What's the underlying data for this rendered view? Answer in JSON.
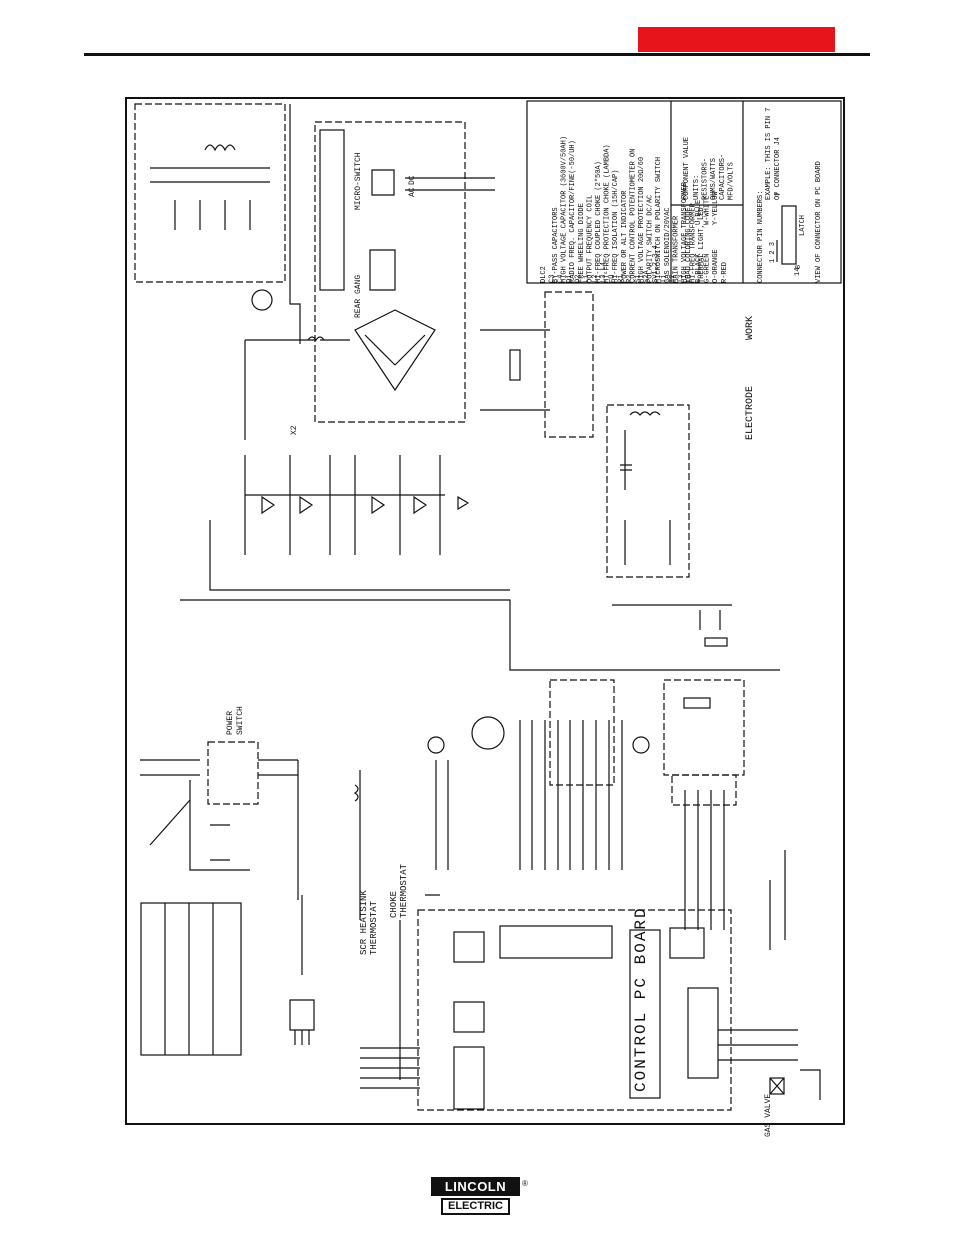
{
  "header": {
    "accent_color": "#e8141b"
  },
  "legend": {
    "components": [
      "DLC2",
      "C3",
      "C4",
      "D1",
      "D2",
      "L1",
      "L2",
      "L3,L4",
      "FU",
      "R1",
      "R2",
      "S1",
      "S2A",
      "SV1,2,3,4",
      "T1",
      "T2",
      "T3",
      "TU"
    ],
    "descriptions": [
      "BY-PASS CAPACITORS",
      "HIGH VOLTAGE CAPACITOR (3600V/50AH)",
      "RADIO FREQ. CAPACITOR/FINE(-50/UH)",
      "FREE WHEELING DIODE",
      "OUTPUT FREQUENCY COIL",
      "HI-FREQ COUPLED CHOKE (2*50A)",
      "HI-FREQ PROTECTION CHOKE (LAMBDA)",
      "HI-FREQ ISOLATION (15H/CAP)",
      "POWER OR ALT INDICATOR",
      "CURRENT CONTROL POTENTIOMETER ON",
      "HIGH VOLTAGE PROTECTION 20Ω/60",
      "POLARITY SWITCH DC/AC",
      "MICROSWITCH ON POLARITY SWITCH",
      "GAS SOLENOID/20VAC",
      "MAIN TRANSFORMER",
      "HIGH VOLTAGE TRANSFORMER",
      "HI-FREQ TRANSFORMER",
      "THERMAL LIGHT, LED"
    ],
    "lead_color_code_title": "LEAD COLORING CODE:",
    "lead_colors_left": [
      "B-BLACK",
      "G-GREEN",
      "O-ORANGE",
      "R-RED"
    ],
    "lead_colors_right": [
      "U-BLUE",
      "W-WHITE",
      "Y-YELLOW"
    ],
    "component_value_title": "COMPONENT VALUE",
    "component_value_lines": [
      "UNITS:",
      "RESISTORS-",
      "OHMS/WATTS",
      "CAPACITORS-",
      "MFD/VOLTS"
    ],
    "connector_title": "CONNECTOR PIN NUMBERS:",
    "connector_example": [
      "EXAMPLE: THIS IS PIN 7",
      "OF CONNECTOR J4"
    ],
    "connector_pins_top": "1 2 3",
    "connector_pin_7": "7",
    "connector_pin_8": "8",
    "connector_pin_14": "14",
    "connector_latch": "LATCH",
    "connector_view": "VIEW OF CONNECTOR ON PC BOARD"
  },
  "labels": {
    "micro_switch": "MICRO-SWITCH",
    "rear_gang": "REAR GANG",
    "x2": "X2",
    "work": "WORK",
    "electrode": "ELECTRODE",
    "power_switch_1": "POWER",
    "power_switch_2": "SWITCH",
    "scr_heatsink_1": "SCR HEATSINK",
    "scr_heatsink_2": "THERMOSTAT",
    "choke_1": "CHOKE",
    "choke_2": "THERMOSTAT",
    "control_pc_board": "CONTROL PC BOARD",
    "gas_valve": "GAS VALVE",
    "dc_label": "DC",
    "ac_label": "AC"
  },
  "footer": {
    "logo_top": "LINCOLN",
    "logo_bottom": "ELECTRIC",
    "logo_reg": "®"
  }
}
